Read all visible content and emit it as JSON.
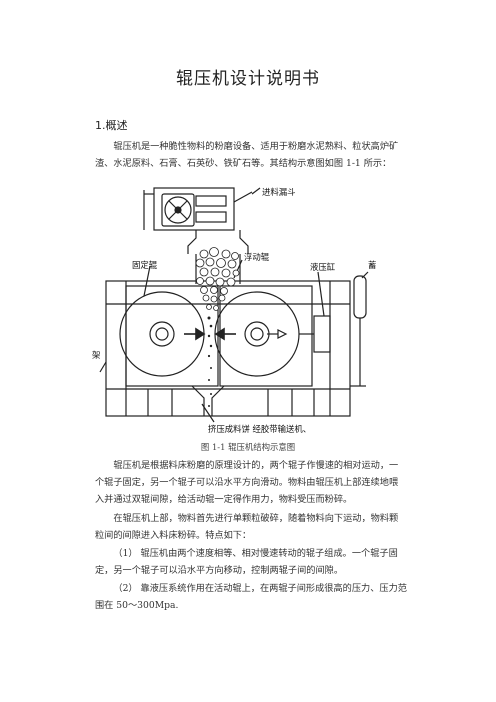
{
  "document": {
    "title": "辊压机设计说明书",
    "section_heading": "1.概述",
    "paragraph_1": "辊压机是一种脆性物料的粉磨设备、适用于粉磨水泥熟料、粒状高炉矿渣、水泥原料、石膏、石英砂、铁矿石等。其结构示意图如图 1-1 所示：",
    "figure_caption": "图 1-1   辊压机结构示意图",
    "paragraph_2": "辊压机是根据料床粉磨的原理设计的，两个辊子作慢速的相对运动，一个辊子固定，另一个辊子可以沿水平方向滑动。物料由辊压机上部连续地喂入并通过双辊间隙，给活动辊一定得作用力，物料受压而粉碎。",
    "paragraph_3": "在辊压机上部，物料首先进行单颗粒破碎，随着物料向下运动，物料颗粒间的间隙进入料床粉碎。特点如下：",
    "item_1": "（1）  辊压机由两个速度相等、相对慢速转动的辊子组成。一个辊子固定，另一个辊子可以沿水平方向移动，控制两辊子间的间隙。",
    "item_2": "（2）  靠液压系统作用在活动辊上，在两辊子间形成很高的压力、压力范围在 50～300Mpa."
  },
  "figure_labels": {
    "feed_hopper": "进料漏斗",
    "fixed_roller": "固定辊",
    "floating_roller": "浮动辊",
    "hydraulic_cylinder": "液压缸",
    "accumulator": "蓄",
    "frame": "架",
    "bottom_note": "挤压成料饼  经胶带输送机、"
  }
}
